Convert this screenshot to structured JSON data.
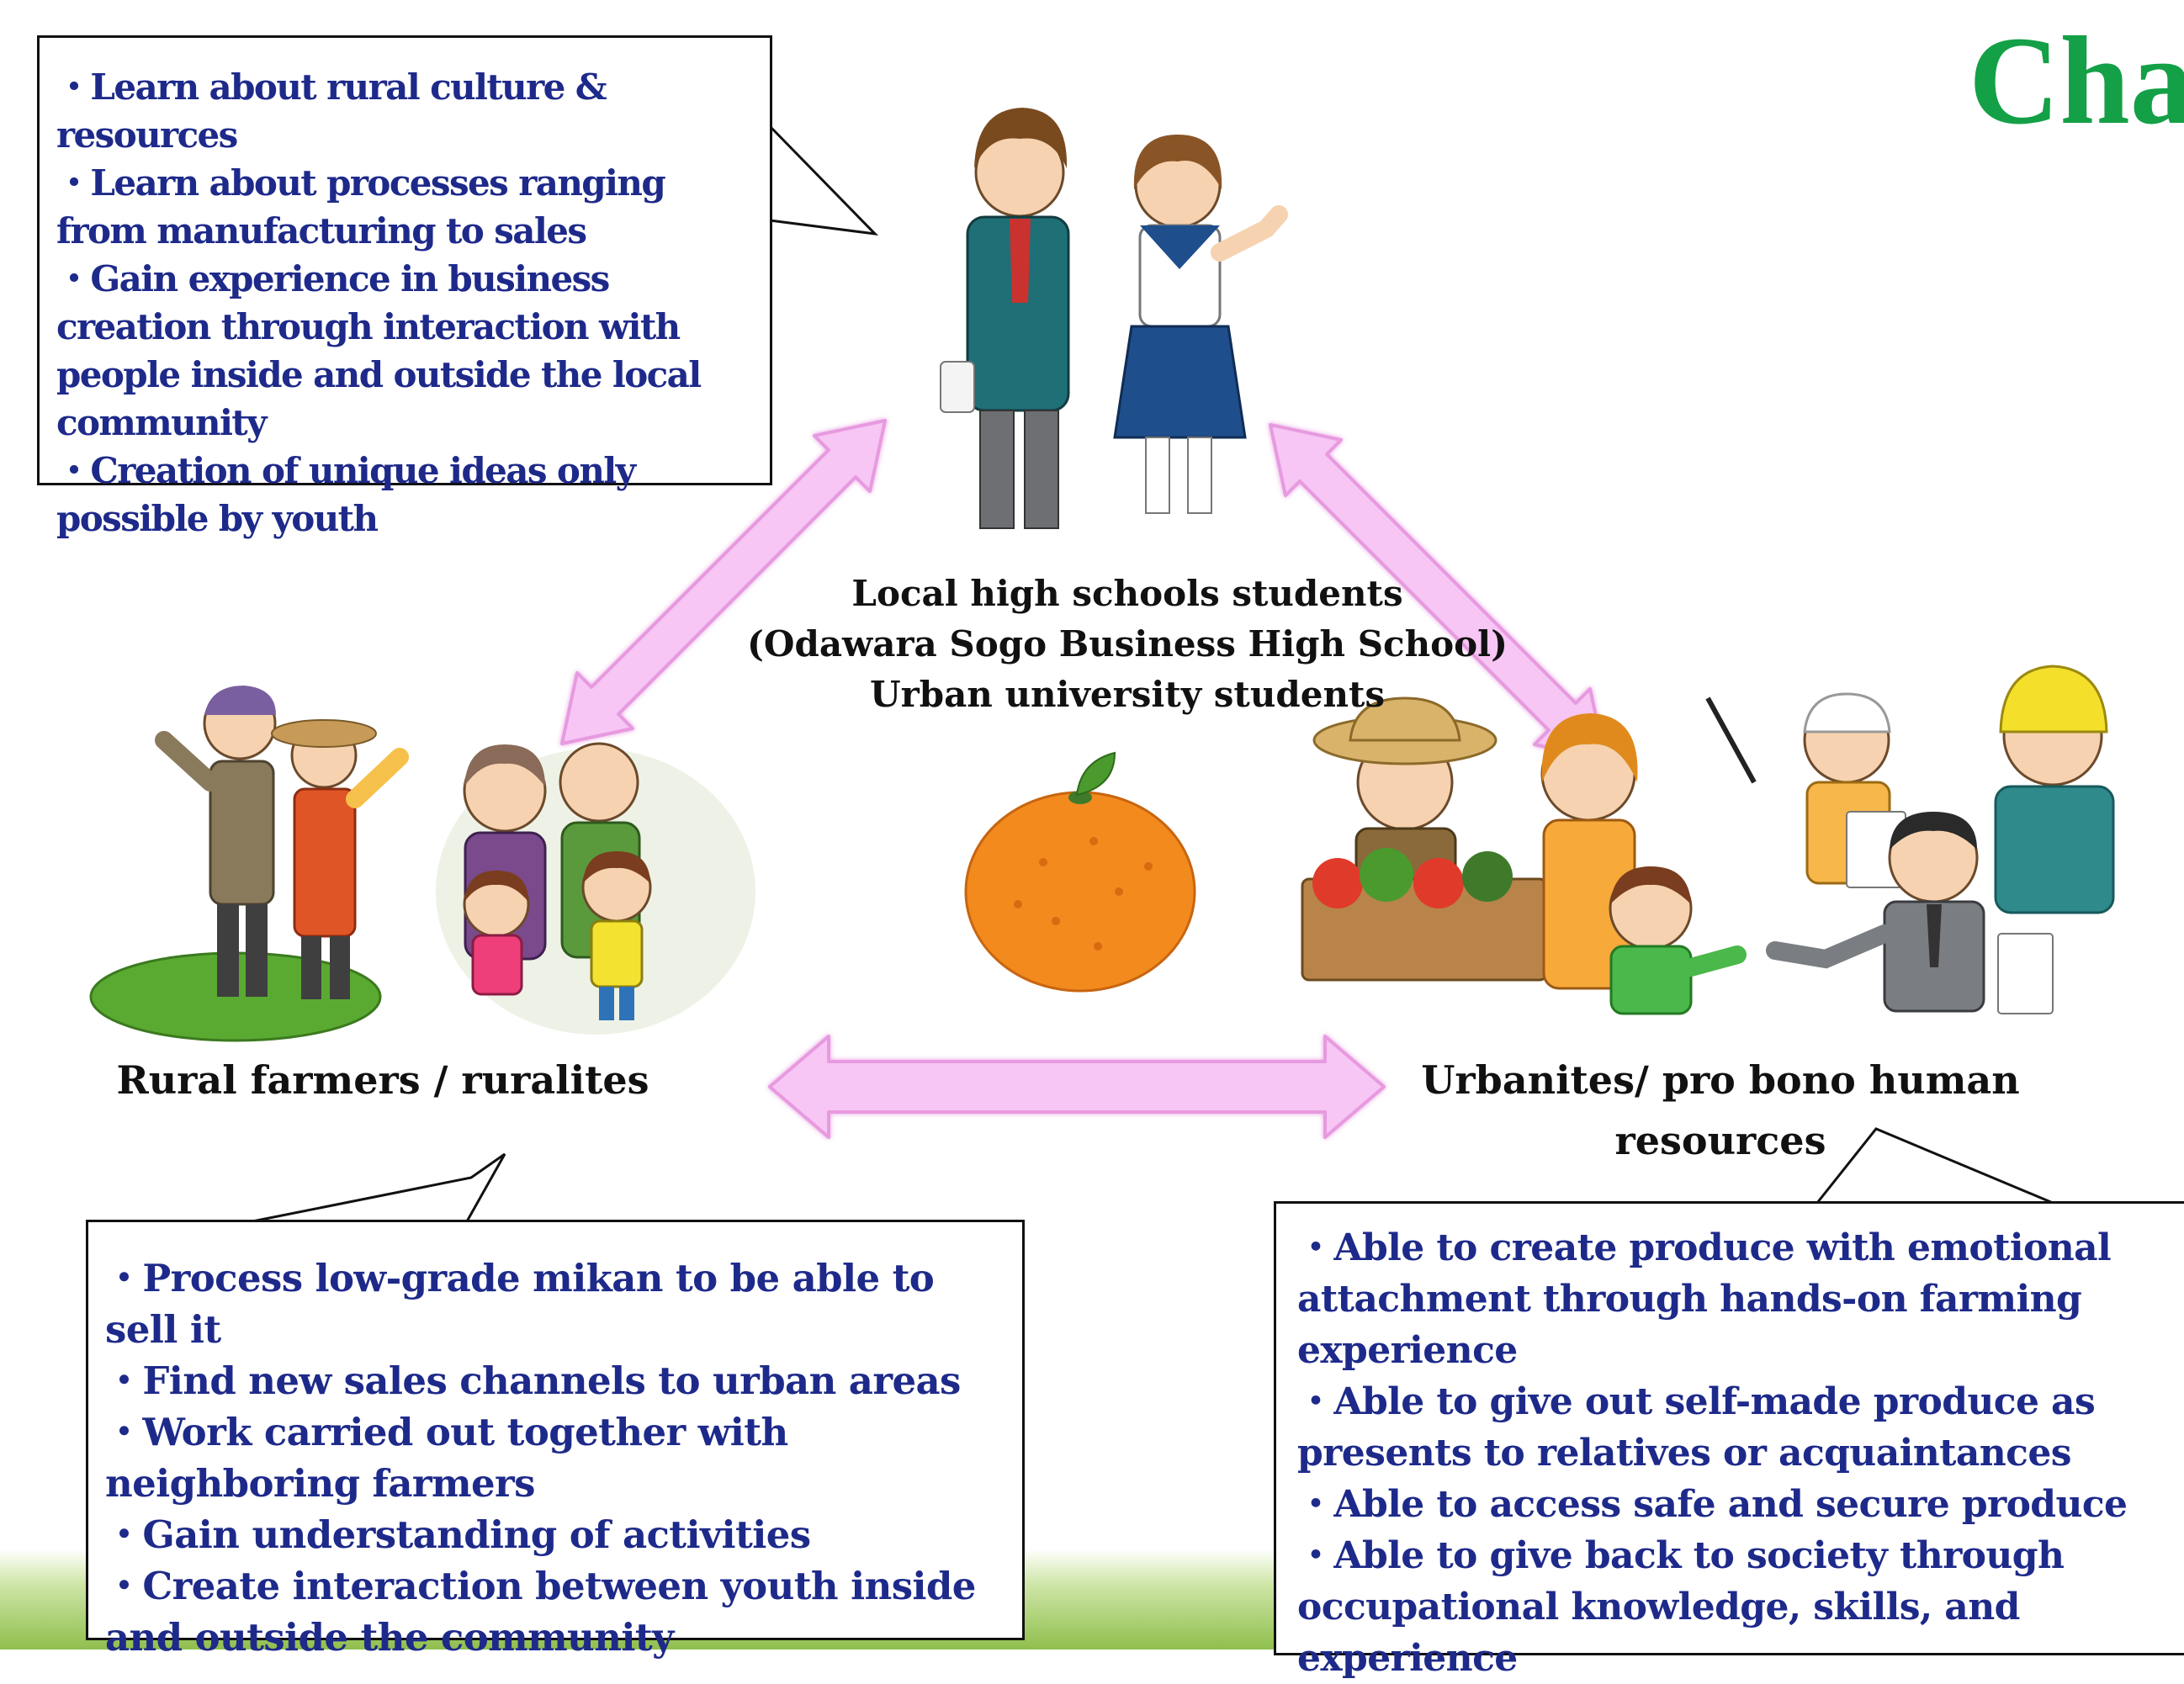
{
  "header": {
    "title": "Cha"
  },
  "hub": {
    "students": {
      "label_lines": [
        "Local high schools students",
        "(Odawara Sogo Business High School)",
        "Urban university  students"
      ],
      "benefits": [
        "・Learn about rural culture & resources",
        "・Learn about processes ranging from manufacturing to sales",
        "・Gain experience in business creation through interaction with people inside and outside the local community",
        "・Creation of unique ideas only possible by youth"
      ]
    },
    "rural": {
      "label": "Rural farmers / ruralites",
      "benefits": [
        "・Process low-grade mikan to be able to sell it",
        "・Find new  sales channels to urban areas",
        "・Work carried out together with neighboring farmers",
        "・Gain understanding of activities",
        "・Create interaction between  youth inside and outside the community"
      ]
    },
    "urban": {
      "label_lines": [
        "Urbanites/ pro bono human",
        "resources"
      ],
      "benefits": [
        "・Able to create produce with emotional attachment through hands-on farming experience",
        "・Able to give out self-made produce as presents to relatives or acquaintances",
        "・Able to access safe and secure produce",
        "・Able to give back to society through occupational knowledge, skills, and experience"
      ]
    }
  },
  "colors": {
    "title": "#14a046",
    "benefit_text": "#1e2a8a",
    "arrow_fill": "#f7c6f4",
    "arrow_stroke": "#e79ae0",
    "mikan": "#f28a1e"
  },
  "icons": [
    "students-illustration",
    "rural-farmers-illustration",
    "urbanites-illustration",
    "mikan-icon"
  ]
}
